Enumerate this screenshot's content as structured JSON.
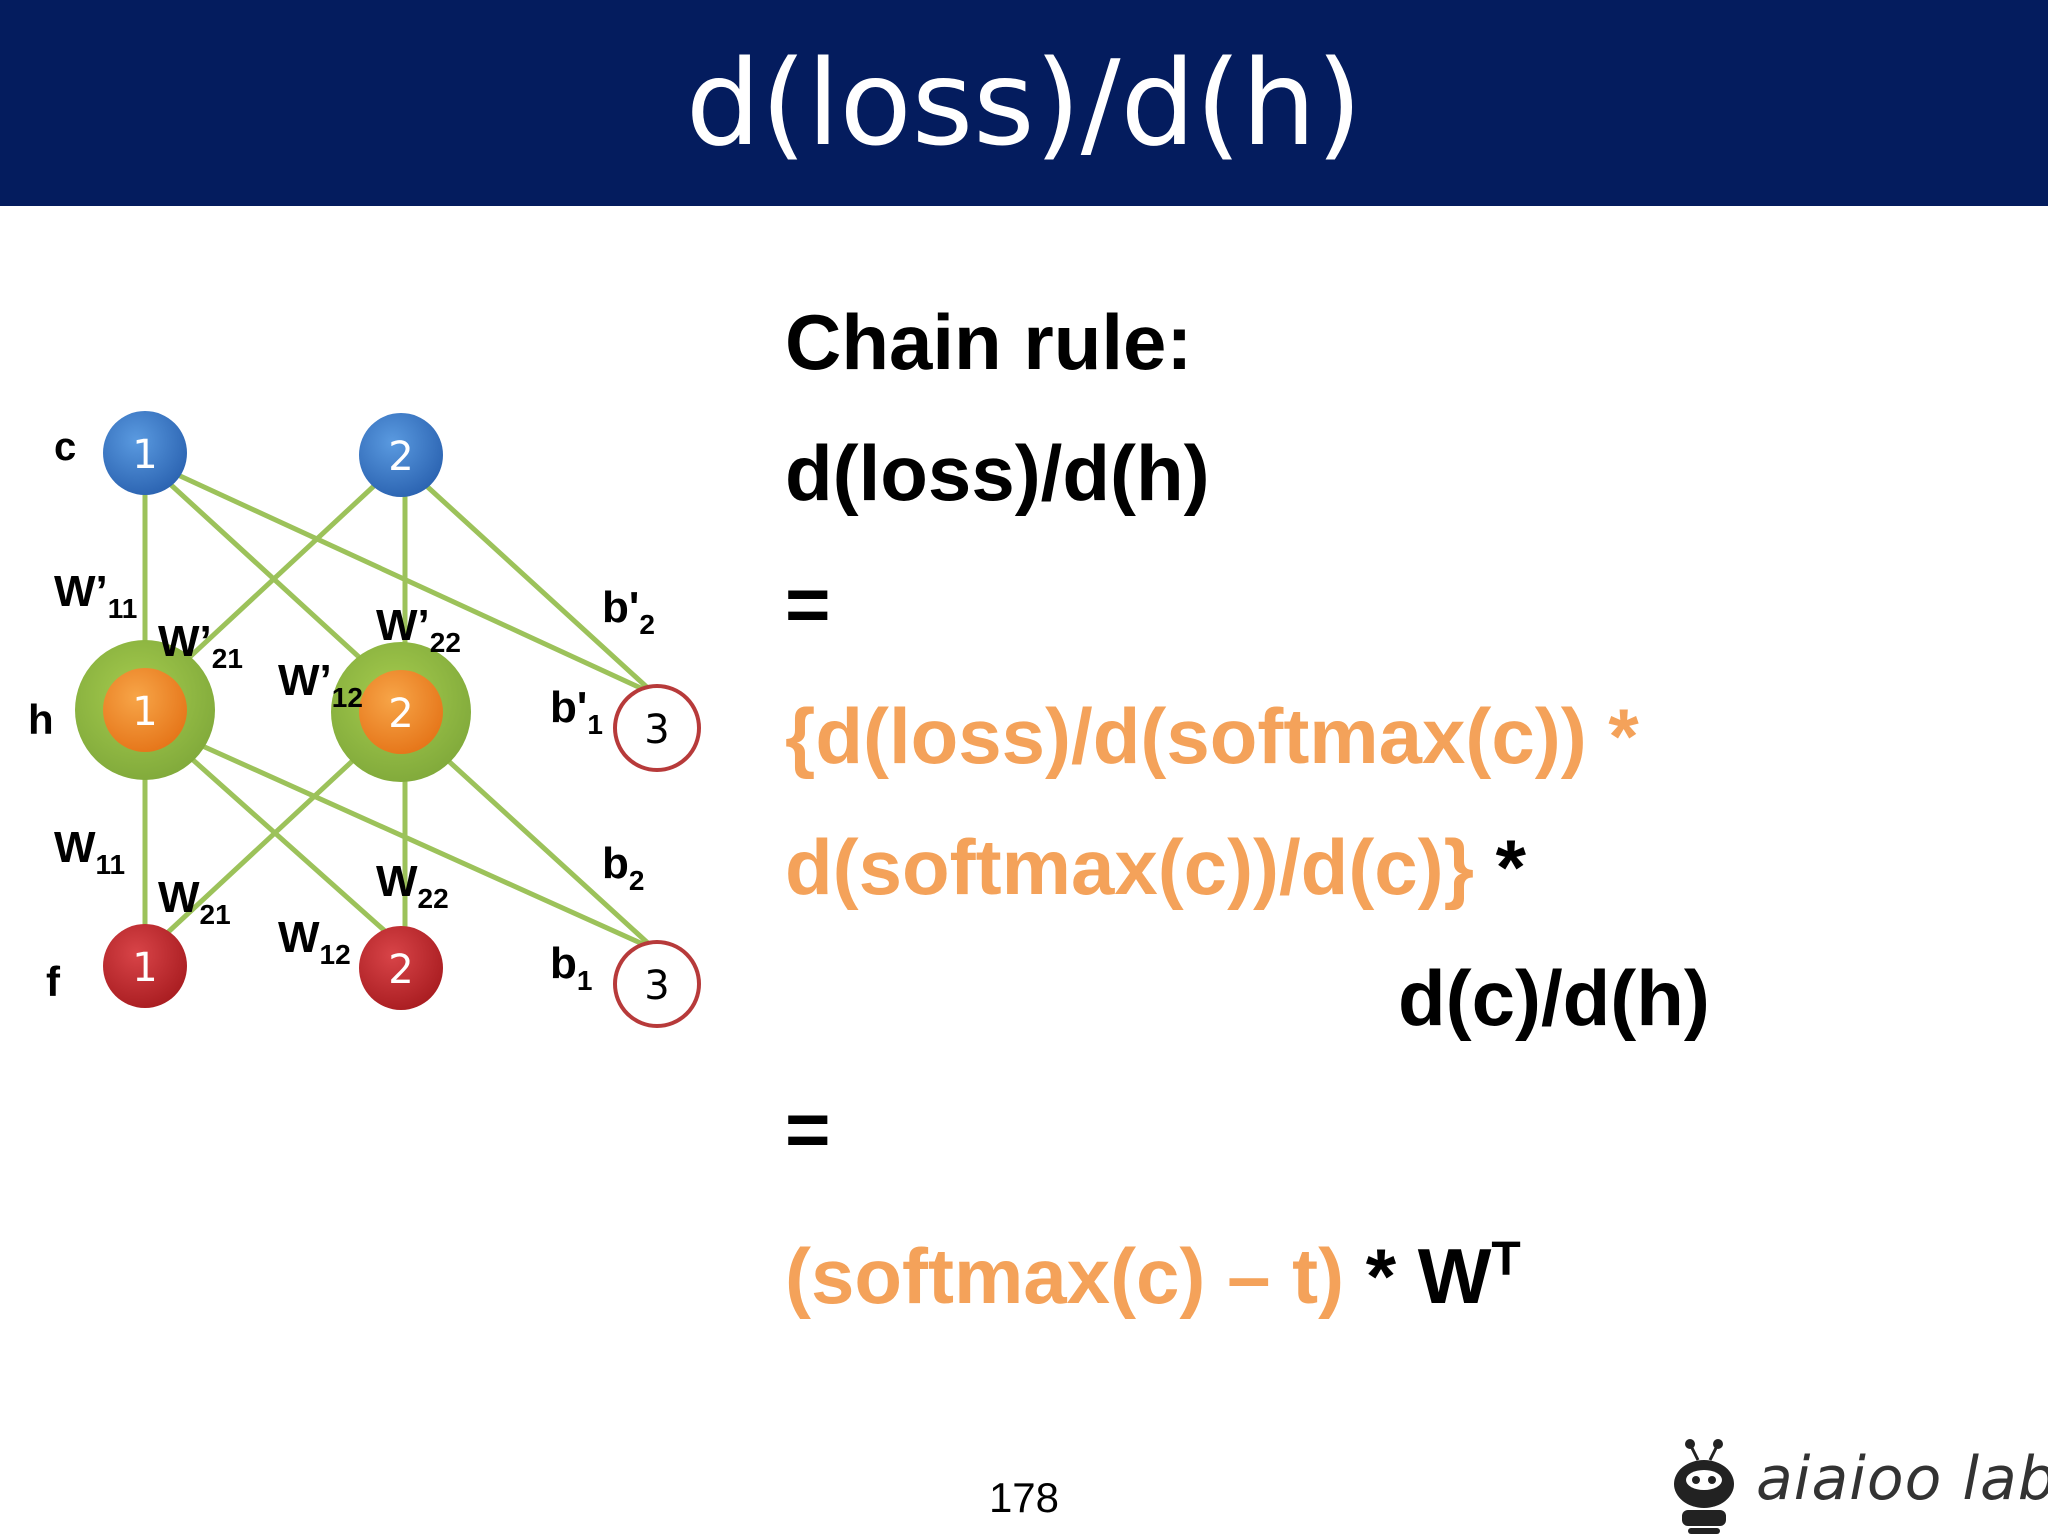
{
  "header": {
    "title": "d(loss)/d(h)"
  },
  "diagram": {
    "layer_labels": {
      "c": "c",
      "h": "h",
      "f": "f"
    },
    "nodes": {
      "c1": "1",
      "c2": "2",
      "h1": "1",
      "h2": "2",
      "f1": "1",
      "f2": "2",
      "bias_top": "3",
      "bias_bottom": "3"
    },
    "weights_top": {
      "w11": {
        "base": "W’",
        "sub": "11"
      },
      "w21": {
        "base": "W’",
        "sub": "21"
      },
      "w12": {
        "base": "W’",
        "sub": "12"
      },
      "w22": {
        "base": "W’",
        "sub": "22"
      },
      "b2": {
        "base": "b'",
        "sub": "2"
      },
      "b1": {
        "base": "b'",
        "sub": "1"
      }
    },
    "weights_bottom": {
      "w11": {
        "base": "W",
        "sub": "11"
      },
      "w21": {
        "base": "W",
        "sub": "21"
      },
      "w12": {
        "base": "W",
        "sub": "12"
      },
      "w22": {
        "base": "W",
        "sub": "22"
      },
      "b2": {
        "base": "b",
        "sub": "2"
      },
      "b1": {
        "base": "b",
        "sub": "1"
      }
    },
    "colors": {
      "top_node": "#3a7bc8",
      "hidden_node": "#f08a26",
      "hidden_halo": "#8fb83a",
      "bottom_node": "#c42a2e",
      "bias_ring": "#b73a3a",
      "edge": "#9cc25a"
    }
  },
  "content": {
    "chain_rule": "Chain rule:",
    "lhs": "d(loss)/d(h)",
    "equals_1": "=",
    "term1_line1": "{d(loss)/d(softmax(c)) *",
    "term1_line2": "d(softmax(c))/d(c)}",
    "star_1": " *",
    "term2": "d(c)/d(h)",
    "equals_2": "=",
    "result_orange": "(softmax(c) – t)",
    "result_star": " * W",
    "result_sup": "T"
  },
  "footer": {
    "page_number": "178",
    "logo_text": "aiaioo labs"
  }
}
